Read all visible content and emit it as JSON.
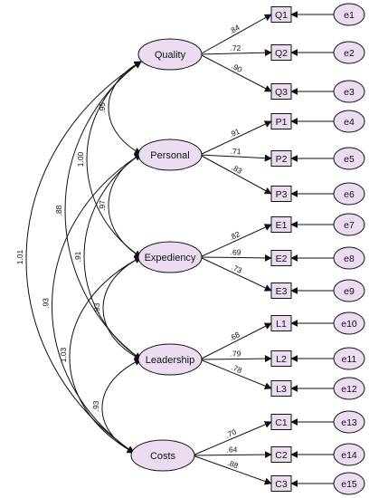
{
  "latents": [
    {
      "id": "quality",
      "label": "Quality"
    },
    {
      "id": "personal",
      "label": "Personal"
    },
    {
      "id": "expediency",
      "label": "Expediency"
    },
    {
      "id": "leadership",
      "label": "Leadership"
    },
    {
      "id": "costs",
      "label": "Costs"
    }
  ],
  "indicators": [
    {
      "id": "Q1",
      "label": "Q1",
      "latent": "quality",
      "loading": ".84",
      "error": "e1"
    },
    {
      "id": "Q2",
      "label": "Q2",
      "latent": "quality",
      "loading": ".72",
      "error": "e2"
    },
    {
      "id": "Q3",
      "label": "Q3",
      "latent": "quality",
      "loading": ".90",
      "error": "e3"
    },
    {
      "id": "P1",
      "label": "P1",
      "latent": "personal",
      "loading": ".91",
      "error": "e4"
    },
    {
      "id": "P2",
      "label": "P2",
      "latent": "personal",
      "loading": ".71",
      "error": "e5"
    },
    {
      "id": "P3",
      "label": "P3",
      "latent": "personal",
      "loading": ".83",
      "error": "e6"
    },
    {
      "id": "E1",
      "label": "E1",
      "latent": "expediency",
      "loading": ".82",
      "error": "e7"
    },
    {
      "id": "E2",
      "label": "E2",
      "latent": "expediency",
      "loading": ".69",
      "error": "e8"
    },
    {
      "id": "E3",
      "label": "E3",
      "latent": "expediency",
      "loading": ".73",
      "error": "e9"
    },
    {
      "id": "L1",
      "label": "L1",
      "latent": "leadership",
      "loading": ".68",
      "error": "e10"
    },
    {
      "id": "L2",
      "label": "L2",
      "latent": "leadership",
      "loading": ".79",
      "error": "e11"
    },
    {
      "id": "L3",
      "label": "L3",
      "latent": "leadership",
      "loading": ".78",
      "error": "e12"
    },
    {
      "id": "C1",
      "label": "C1",
      "latent": "costs",
      "loading": ".70",
      "error": "e13"
    },
    {
      "id": "C2",
      "label": "C2",
      "latent": "costs",
      "loading": ".64",
      "error": "e14"
    },
    {
      "id": "C3",
      "label": "C3",
      "latent": "costs",
      "loading": ".88",
      "error": "e15"
    }
  ],
  "covariances": [
    {
      "from": "quality",
      "to": "personal",
      "value": ".95"
    },
    {
      "from": "personal",
      "to": "expediency",
      "value": ".97"
    },
    {
      "from": "expediency",
      "to": "leadership",
      "value": ".93"
    },
    {
      "from": "leadership",
      "to": "costs",
      "value": ".93"
    },
    {
      "from": "quality",
      "to": "expediency",
      "value": "1.00"
    },
    {
      "from": "personal",
      "to": "leadership",
      "value": ".91"
    },
    {
      "from": "expediency",
      "to": "costs",
      "value": "1.03"
    },
    {
      "from": "quality",
      "to": "leadership",
      "value": ".88"
    },
    {
      "from": "personal",
      "to": "costs",
      "value": ".93"
    },
    {
      "from": "quality",
      "to": "costs",
      "value": "1.01"
    }
  ]
}
